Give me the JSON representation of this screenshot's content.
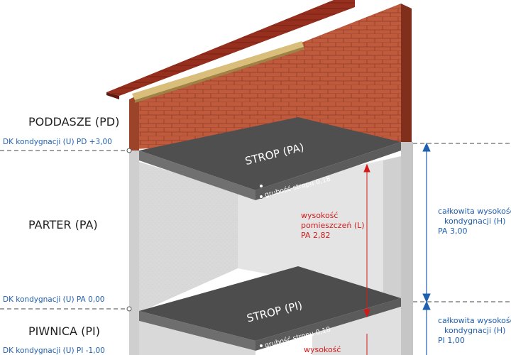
{
  "levels": [
    {
      "id": "pd",
      "name": "PODDASZE (PD)"
    },
    {
      "id": "pa",
      "name": "PARTER (PA)"
    },
    {
      "id": "pi",
      "name": "PIWNICA (PI)"
    }
  ],
  "dk_labels": {
    "pd": "DK kondygnacji (U) PD +3,00",
    "pa": "DK kondygnacji (U) PA 0,00",
    "pi": "DK kondygnacji (U) PI -1,00"
  },
  "slabs": {
    "upper": {
      "label": "STROP (PA)",
      "thickness_label": "grubość stropu 0,18"
    },
    "lower": {
      "label": "STROP (PI)",
      "thickness_label": "grubość stropu 0,18"
    }
  },
  "room_height": {
    "line1": "wysokość",
    "line2": "pomieszczeń (L)",
    "line3": "PA 2,82",
    "lower_line1": "wysokość"
  },
  "total_height": {
    "pa": {
      "line1": "całkowita wysokość",
      "line2": "kondygnacji (H)",
      "line3": "PA 3,00"
    },
    "pi": {
      "line1": "całkowita wysokość",
      "line2": "kondygnacji (H)",
      "line3": "PI 1,00"
    }
  },
  "colors": {
    "brick": "#b8563a",
    "roof": "#8e2b1c",
    "slab": "#4a4a4a",
    "concrete": "#dcdcdc",
    "dimension_blue": "#1f5fb0",
    "dimension_red": "#d21a1a"
  }
}
